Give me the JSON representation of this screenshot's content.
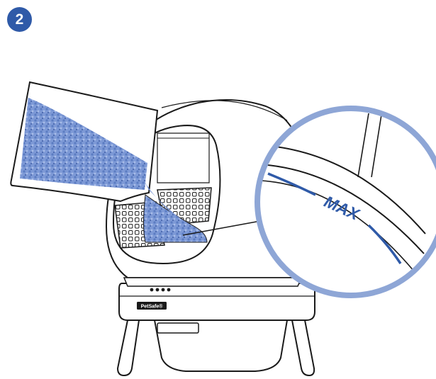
{
  "step": {
    "number": "2"
  },
  "device": {
    "brand_label": "PetSafe®"
  },
  "magnifier": {
    "fill_line_label": "MAX"
  },
  "colors": {
    "accent": "#2f5aa8",
    "litter": "#6f8fd0",
    "litter_dark": "#4e6fb8",
    "magnifier_ring": "#8ea6d6",
    "outline": "#1a1a1a",
    "device_panel": "#e9e9e9"
  }
}
